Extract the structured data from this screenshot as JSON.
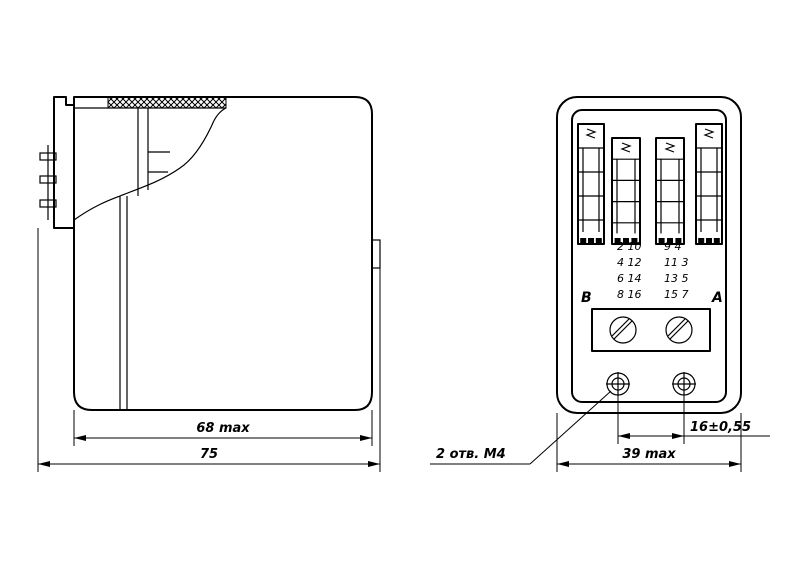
{
  "dimensions": {
    "width_inner": "68 max",
    "width_total": "75",
    "hole_note": "2 отв. М4",
    "hole_spacing": "16±0,55",
    "front_width": "39 max"
  },
  "terminals": {
    "left_column": [
      "2 10",
      "4 12",
      "6 14",
      "8 16"
    ],
    "right_column": [
      "9 4",
      "11 3",
      "13 5",
      "15 7"
    ],
    "label_left": "B",
    "label_right": "A"
  }
}
